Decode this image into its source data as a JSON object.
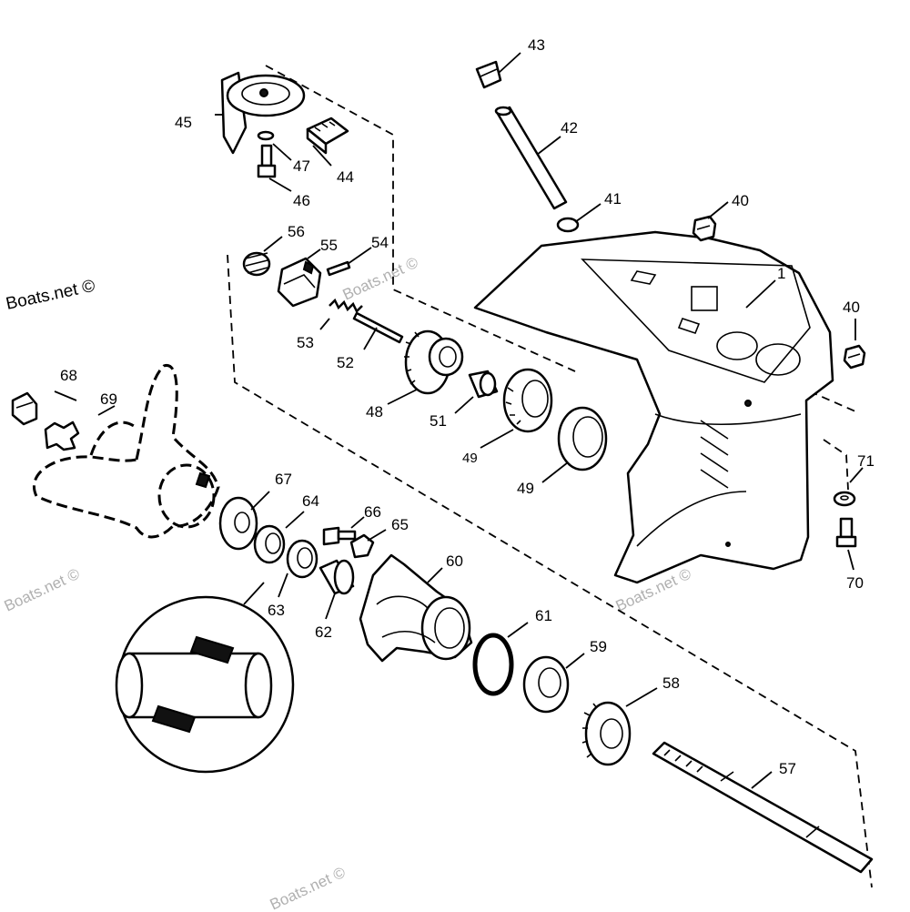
{
  "watermark": "Boats.net ©",
  "callouts": {
    "p1": "1",
    "p40a": "40",
    "p40b": "40",
    "p41": "41",
    "p42": "42",
    "p43": "43",
    "p44": "44",
    "p45": "45",
    "p46": "46",
    "p47": "47",
    "p48": "48",
    "p49a": "49",
    "p49b": "49",
    "p51": "51",
    "p52": "52",
    "p53": "53",
    "p54": "54",
    "p55": "55",
    "p56": "56",
    "p57": "57",
    "p58": "58",
    "p59": "59",
    "p60": "60",
    "p61": "61",
    "p62": "62",
    "p63": "63",
    "p64": "64",
    "p65": "65",
    "p66": "66",
    "p67": "67",
    "p68": "68",
    "p69": "69",
    "p70": "70",
    "p71": "71"
  }
}
